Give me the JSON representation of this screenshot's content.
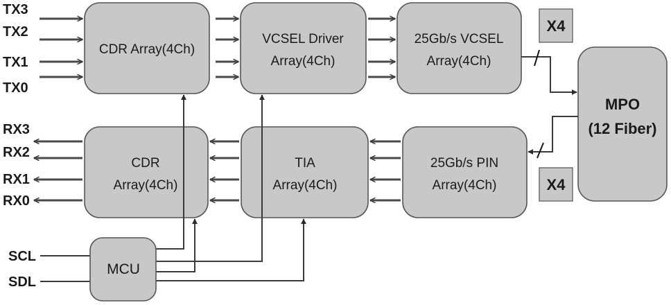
{
  "diagram": {
    "title": "",
    "blocks": {
      "cdr_tx": {
        "lines": [
          "CDR Array(4Ch)"
        ]
      },
      "vcsel_driver": {
        "lines": [
          "VCSEL Driver",
          "Array(4Ch)"
        ]
      },
      "vcsel": {
        "lines": [
          "25Gb/s VCSEL",
          "Array(4Ch)"
        ]
      },
      "mpo": {
        "lines": [
          "MPO",
          "(12 Fiber)"
        ]
      },
      "cdr_rx": {
        "lines": [
          "CDR",
          "Array(4Ch)"
        ]
      },
      "tia": {
        "lines": [
          "TIA",
          "Array(4Ch)"
        ]
      },
      "pin": {
        "lines": [
          "25Gb/s PIN",
          "Array(4Ch)"
        ]
      },
      "mcu": {
        "lines": [
          "MCU"
        ]
      }
    },
    "multiplier_tx": "X4",
    "multiplier_rx": "X4",
    "tx_inputs": [
      "TX3",
      "TX2",
      "TX1",
      "TX0"
    ],
    "rx_outputs": [
      "RX3",
      "RX2",
      "RX1",
      "RX0"
    ],
    "control_inputs": [
      "SCL",
      "SDL"
    ],
    "connections": [
      {
        "from": "TX inputs",
        "to": "CDR Array(4Ch)",
        "lanes": 4
      },
      {
        "from": "CDR Array(4Ch)",
        "to": "VCSEL Driver Array(4Ch)",
        "lanes": 4
      },
      {
        "from": "VCSEL Driver Array(4Ch)",
        "to": "25Gb/s VCSEL Array(4Ch)",
        "lanes": 4
      },
      {
        "from": "25Gb/s VCSEL Array(4Ch)",
        "to": "MPO (12 Fiber)",
        "bus": "X4"
      },
      {
        "from": "MPO (12 Fiber)",
        "to": "25Gb/s PIN Array(4Ch)",
        "bus": "X4"
      },
      {
        "from": "25Gb/s PIN Array(4Ch)",
        "to": "TIA Array(4Ch)",
        "lanes": 4
      },
      {
        "from": "TIA Array(4Ch)",
        "to": "CDR Array(4Ch) (RX)",
        "lanes": 4
      },
      {
        "from": "CDR Array(4Ch) (RX)",
        "to": "RX outputs",
        "lanes": 4
      },
      {
        "from": "MCU",
        "to": "CDR Array(4Ch)"
      },
      {
        "from": "MCU",
        "to": "VCSEL Driver Array(4Ch)"
      },
      {
        "from": "MCU",
        "to": "CDR Array(4Ch) (RX)"
      },
      {
        "from": "MCU",
        "to": "TIA Array(4Ch)"
      },
      {
        "from": "SCL",
        "to": "MCU"
      },
      {
        "from": "SDL",
        "to": "MCU"
      }
    ]
  }
}
